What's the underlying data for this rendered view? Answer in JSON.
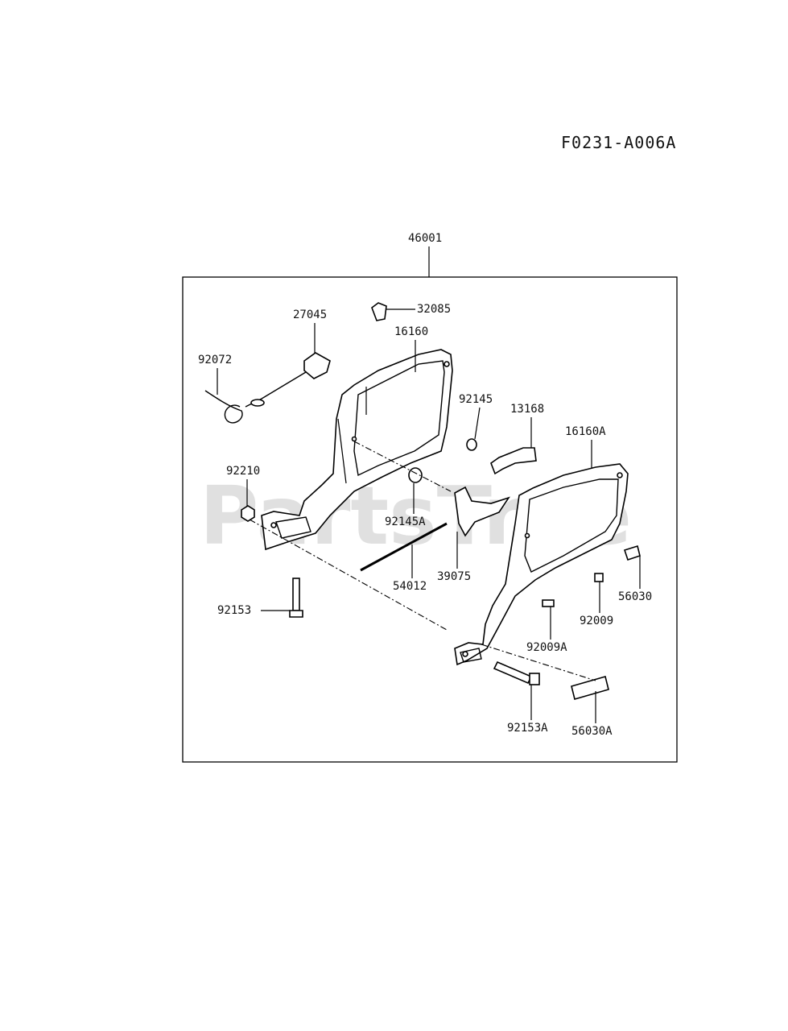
{
  "figure_code": "F0231-A006A",
  "watermark": {
    "text": "PartsTree",
    "trademark": "™"
  },
  "assembly": {
    "part_number": "46001"
  },
  "parts": [
    {
      "id": "32085"
    },
    {
      "id": "27045"
    },
    {
      "id": "16160"
    },
    {
      "id": "92072"
    },
    {
      "id": "92145"
    },
    {
      "id": "13168"
    },
    {
      "id": "16160A"
    },
    {
      "id": "92210"
    },
    {
      "id": "92145A"
    },
    {
      "id": "54012"
    },
    {
      "id": "39075"
    },
    {
      "id": "56030"
    },
    {
      "id": "92009"
    },
    {
      "id": "92153"
    },
    {
      "id": "92009A"
    },
    {
      "id": "92153A"
    },
    {
      "id": "56030A"
    }
  ]
}
